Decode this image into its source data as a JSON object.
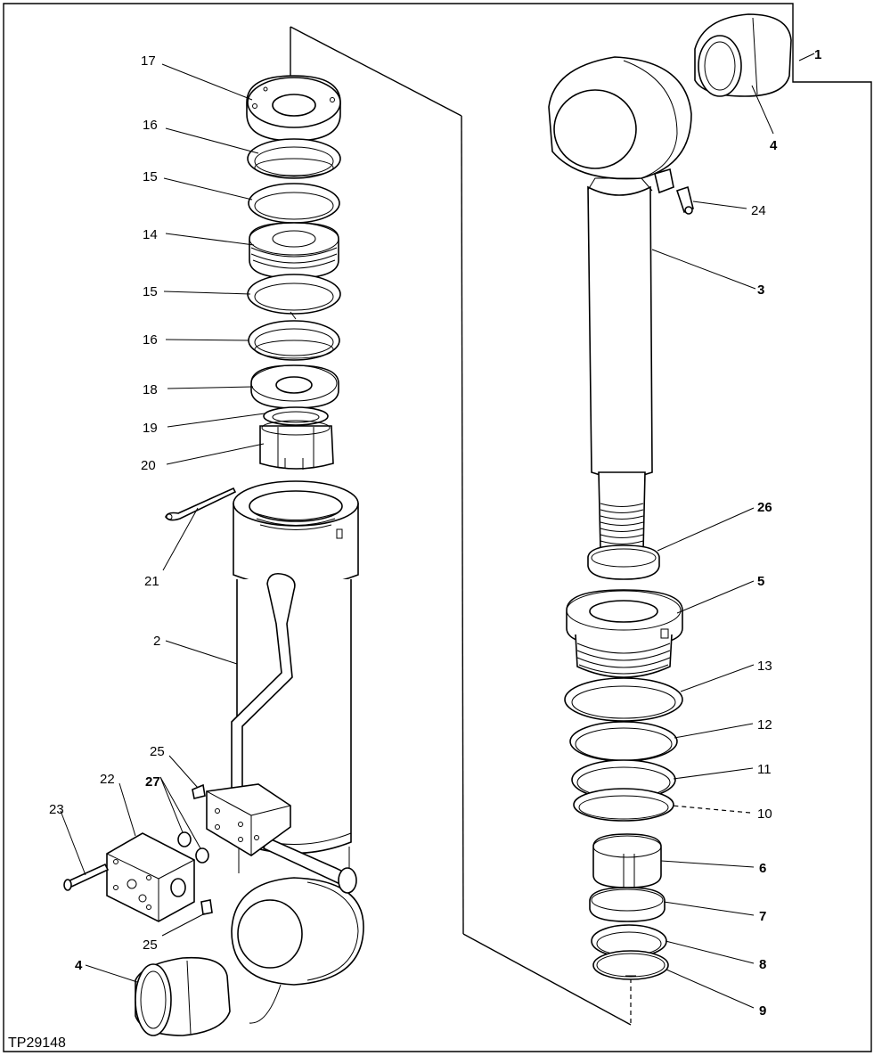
{
  "figure_id": "TP29148",
  "callouts": [
    {
      "key": "c17",
      "label": "17"
    },
    {
      "key": "c16a",
      "label": "16"
    },
    {
      "key": "c15a",
      "label": "15"
    },
    {
      "key": "c14",
      "label": "14"
    },
    {
      "key": "c15b",
      "label": "15"
    },
    {
      "key": "c16b",
      "label": "16"
    },
    {
      "key": "c18",
      "label": "18"
    },
    {
      "key": "c19",
      "label": "19"
    },
    {
      "key": "c20",
      "label": "20"
    },
    {
      "key": "c21",
      "label": "21"
    },
    {
      "key": "c2",
      "label": "2"
    },
    {
      "key": "c25a",
      "label": "25"
    },
    {
      "key": "c22",
      "label": "22"
    },
    {
      "key": "c27",
      "label": "27"
    },
    {
      "key": "c23",
      "label": "23"
    },
    {
      "key": "c25b",
      "label": "25"
    },
    {
      "key": "c4a",
      "label": "4"
    },
    {
      "key": "c1",
      "label": "1"
    },
    {
      "key": "c4b",
      "label": "4"
    },
    {
      "key": "c24",
      "label": "24"
    },
    {
      "key": "c3",
      "label": "3"
    },
    {
      "key": "c26",
      "label": "26"
    },
    {
      "key": "c5",
      "label": "5"
    },
    {
      "key": "c13",
      "label": "13"
    },
    {
      "key": "c12",
      "label": "12"
    },
    {
      "key": "c11",
      "label": "11"
    },
    {
      "key": "c10",
      "label": "10"
    },
    {
      "key": "c6",
      "label": "6"
    },
    {
      "key": "c7",
      "label": "7"
    },
    {
      "key": "c8",
      "label": "8"
    },
    {
      "key": "c9",
      "label": "9"
    }
  ]
}
